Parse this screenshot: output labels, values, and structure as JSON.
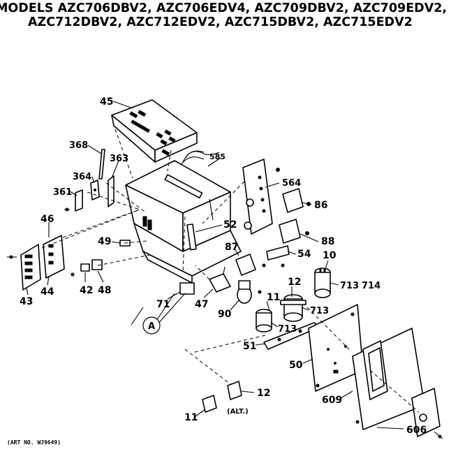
{
  "header": {
    "line1": "MODELS AZC706DBV2, AZC706EDV4, AZC709DBV2, AZC709EDV2,",
    "line2": "AZC712DBV2, AZC712EDV2, AZC715DBV2, AZC715EDV2"
  },
  "callouts": [
    "45",
    "585",
    "368",
    "363",
    "364",
    "564",
    "361",
    "86",
    "46",
    "52",
    "88",
    "87",
    "54",
    "10",
    "49",
    "713",
    "714",
    "12",
    "713",
    "11",
    "90",
    "713",
    "43",
    "44",
    "42",
    "48",
    "71",
    "47",
    "A",
    "51",
    "50",
    "609",
    "12",
    "(ALT.)",
    "11",
    "606"
  ],
  "footer": {
    "art_number": "(ART NO. WJ9649)"
  }
}
